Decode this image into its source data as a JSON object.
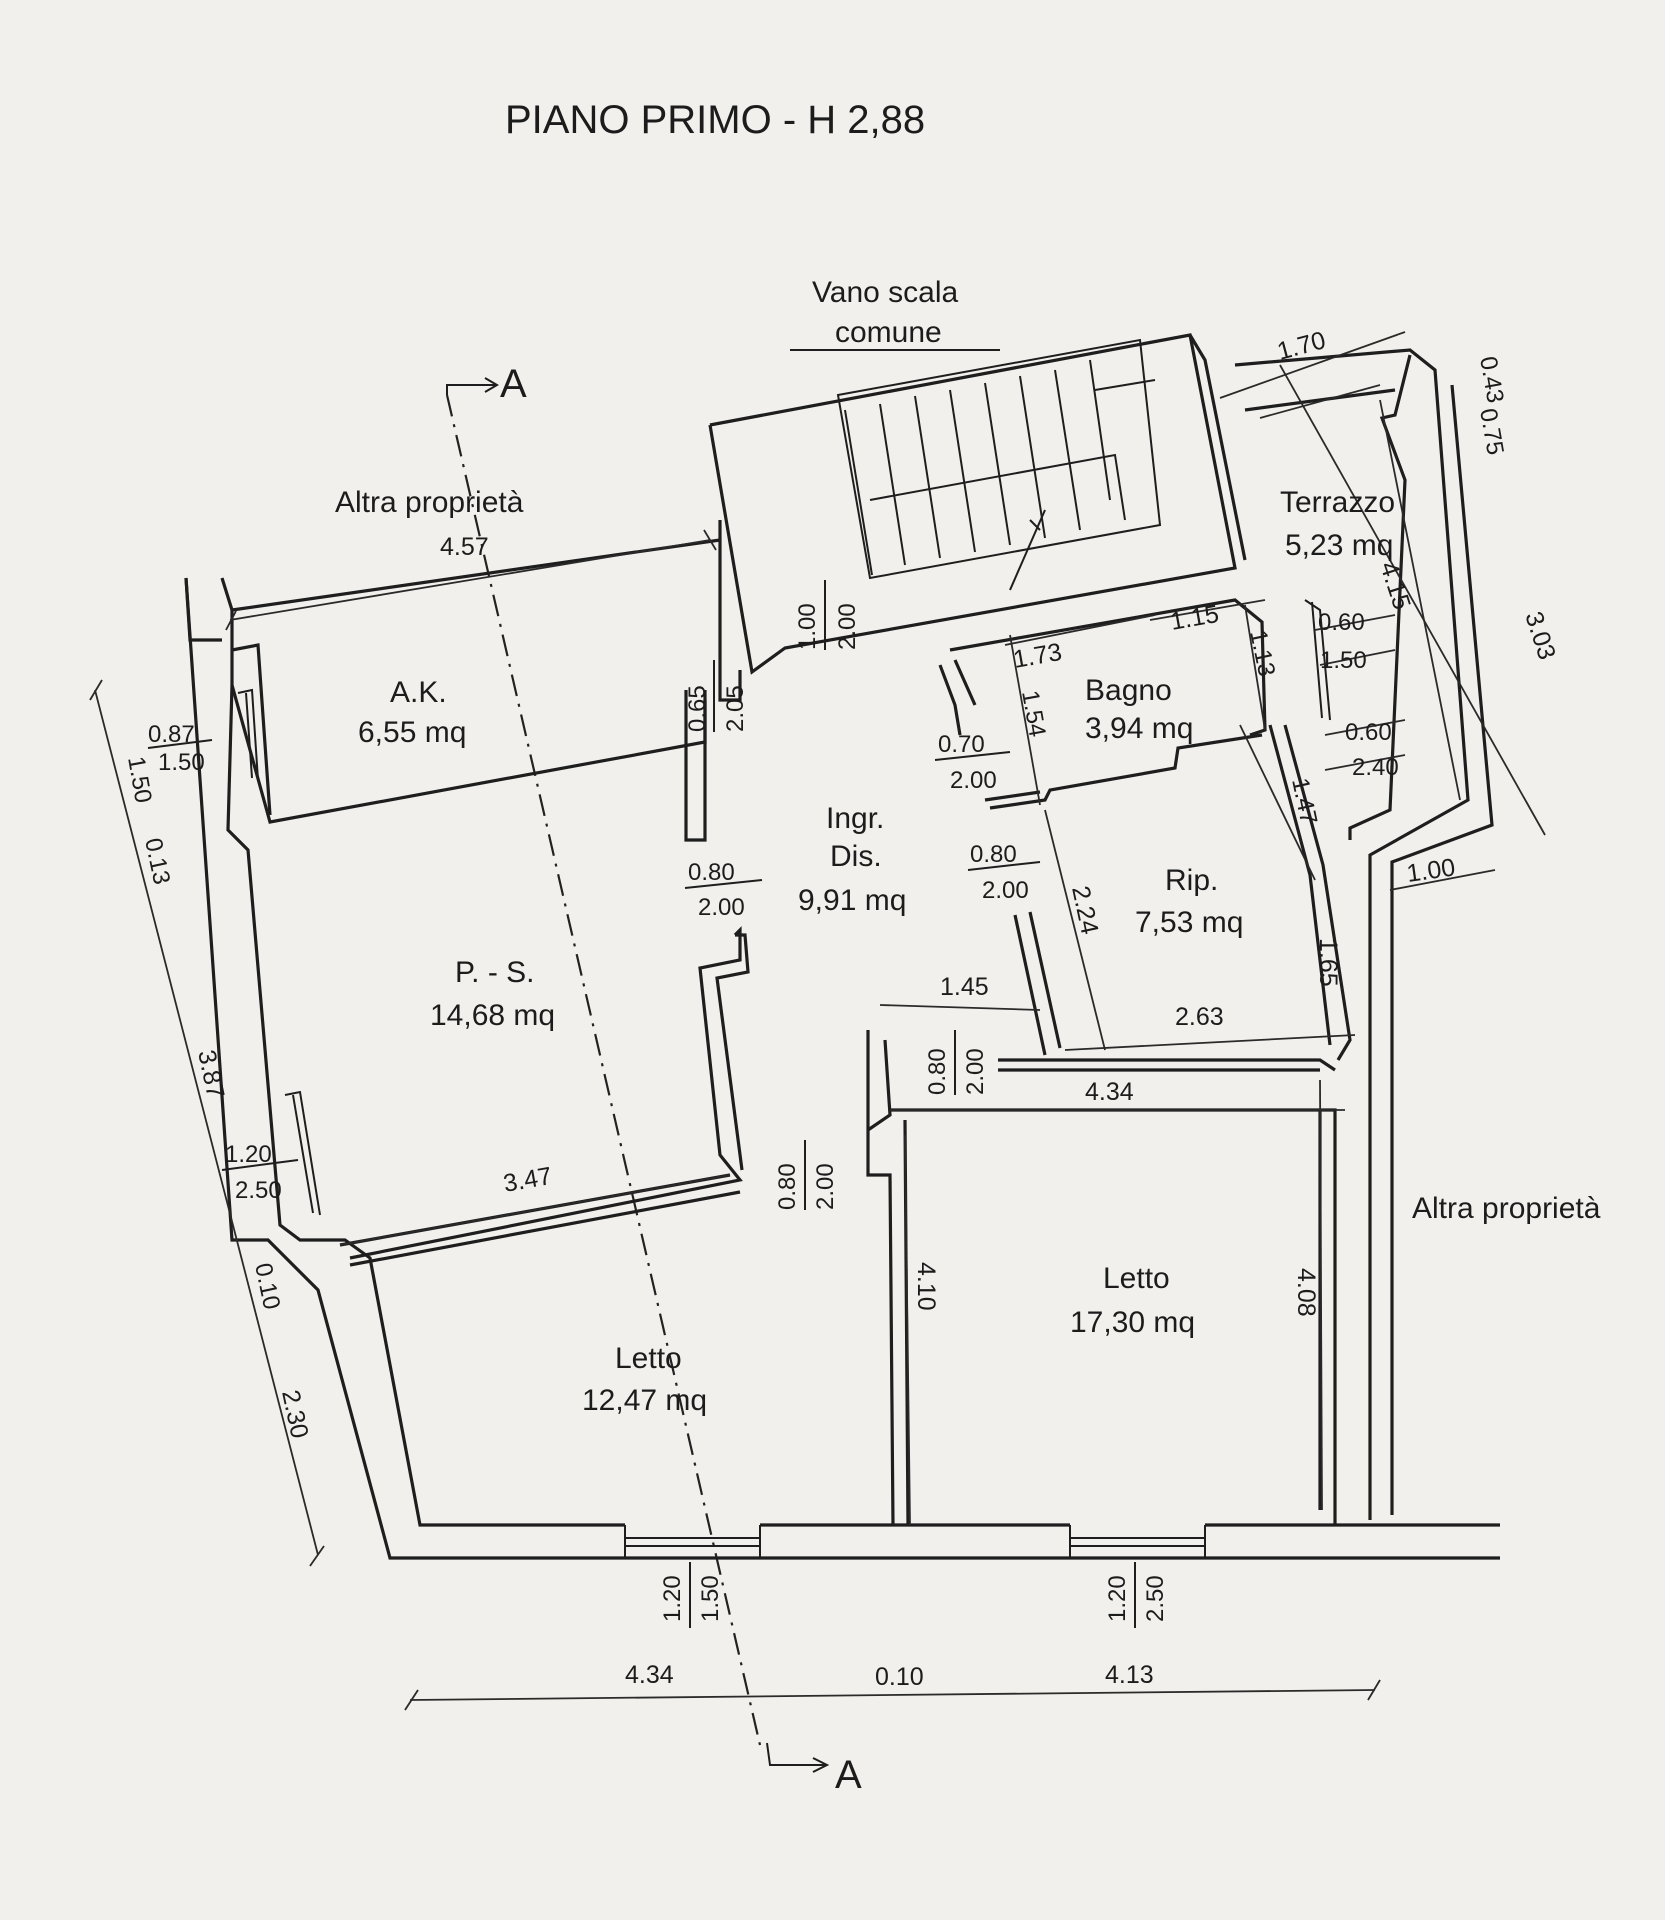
{
  "title": "PIANO PRIMO - H 2,88",
  "section_marker": "A",
  "labels": {
    "vano_scala": [
      "Vano scala",
      "comune"
    ],
    "altra_proprieta_top": "Altra proprietà",
    "altra_proprieta_right": "Altra proprietà"
  },
  "rooms": {
    "ak": {
      "name": "A.K.",
      "area": "6,55 mq"
    },
    "ps": {
      "name": "P. - S.",
      "area": "14,68 mq"
    },
    "ingresso": {
      "name": [
        "Ingr.",
        "Dis."
      ],
      "area": "9,91 mq"
    },
    "bagno": {
      "name": "Bagno",
      "area": "3,94 mq"
    },
    "ripostiglio": {
      "name": "Rip.",
      "area": "7,53 mq"
    },
    "terrazzo": {
      "name": "Terrazzo",
      "area": "5,23 mq"
    },
    "letto_left": {
      "name": "Letto",
      "area": "12,47 mq"
    },
    "letto_right": {
      "name": "Letto",
      "area": "17,30 mq"
    }
  },
  "dimensions": {
    "d_457": "4.57",
    "d_170": "1.70",
    "d_043": "0.43",
    "d_075": "0.75",
    "d_415": "4.15",
    "d_303": "3.03",
    "d_100": "1.00",
    "d_165": "1.65",
    "d_263": "2.63",
    "d_145": "1.45",
    "d_224": "2.24",
    "d_147": "1.47",
    "d_173": "1.73",
    "d_115": "1.15",
    "d_113": "1.13",
    "d_154": "1.54",
    "d_434_mid": "4.34",
    "d_410": "4.10",
    "d_408": "4.08",
    "d_347": "3.47",
    "d_387": "3.87",
    "d_013": "0.13",
    "d_010_left": "0.10",
    "d_230": "2.30",
    "d_434_bottom": "4.34",
    "d_010_bottom": "0.10",
    "d_413": "4.13"
  },
  "openings": {
    "stair_door": [
      "1.00",
      "2.00"
    ],
    "ak_door": [
      "0.65",
      "2.05"
    ],
    "ak_window": [
      "0.87",
      "1.50"
    ],
    "left_wall_small": "1.50",
    "ps_window": [
      "1.20",
      "2.50"
    ],
    "ps_door": [
      "0.80",
      "2.00"
    ],
    "bagno_door": [
      "0.70",
      "2.00"
    ],
    "rip_door": [
      "0.80",
      "2.00"
    ],
    "letto_r_door": [
      "0.80",
      "2.00"
    ],
    "letto_l_door": [
      "0.80",
      "2.00"
    ],
    "terrazzo_door_1": [
      "0.60",
      "1.50"
    ],
    "terrazzo_door_2": [
      "0.60",
      "2.40"
    ],
    "window_bottom_left": [
      "1.20",
      "1.50"
    ],
    "window_bottom_right": [
      "1.20",
      "2.50"
    ]
  }
}
